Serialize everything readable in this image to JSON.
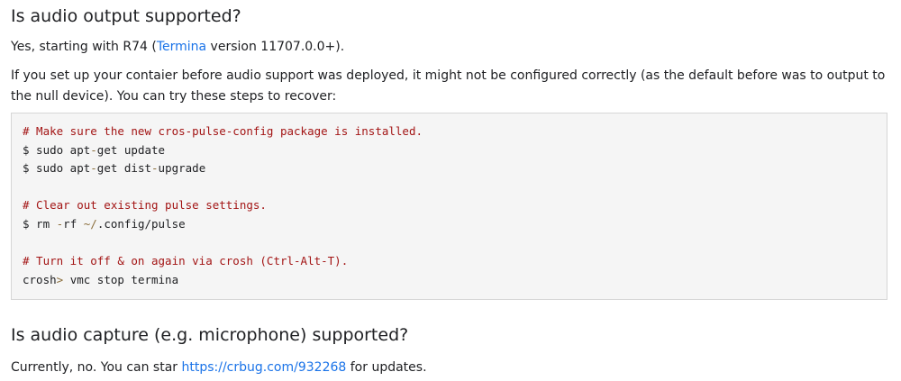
{
  "section1": {
    "heading": "Is audio output supported?",
    "line1": {
      "prefix": "Yes, starting with R74 (",
      "link": "Termina",
      "suffix": " version 11707.0.0+)."
    },
    "line2": "If you set up your contaier before audio support was deployed, it might not be configured correctly (as the default before was to output to the null device). You can try these steps to recover:"
  },
  "code": {
    "comment1": "# Make sure the new cros-pulse-config package is installed.",
    "cmd1": {
      "a": "$ sudo apt",
      "b": "-",
      "c": "get update"
    },
    "cmd2": {
      "a": "$ sudo apt",
      "b": "-",
      "c": "get dist",
      "d": "-",
      "e": "upgrade"
    },
    "comment2": "# Clear out existing pulse settings.",
    "cmd3": {
      "a": "$ rm ",
      "b": "-",
      "c": "rf ",
      "d": "~/",
      "e": ".config/pulse"
    },
    "comment3": "# Turn it off & on again via crosh (Ctrl-Alt-T).",
    "cmd4": {
      "a": "crosh",
      "b": ">",
      "c": " vmc stop termina"
    }
  },
  "section2": {
    "heading": "Is audio capture (e.g. microphone) supported?",
    "line": {
      "prefix": "Currently, no. You can star ",
      "link": "https://crbug.com/932268",
      "suffix": " for updates."
    }
  }
}
